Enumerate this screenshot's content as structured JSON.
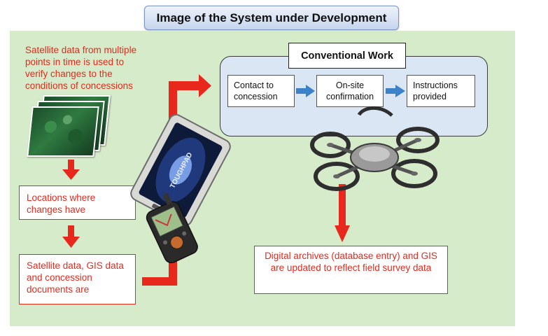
{
  "title": "Image of the System under Development",
  "intro": "Satellite data from multiple points in time is used to verify changes to the conditions of concessions",
  "boxes": {
    "locations": "Locations where changes have",
    "satellite_gis": "Satellite data, GIS data and concession documents are",
    "digital_archives": "Digital archives (database entry) and GIS are updated to reflect field survey data"
  },
  "conventional": {
    "title": "Conventional Work",
    "steps": [
      "Contact to concession",
      "On-site confirmation",
      "Instructions provided"
    ]
  },
  "tablet_brand": "TOUGHPAD",
  "colors": {
    "arrow_red": "#e8281c",
    "panel_green": "#d6ebc9",
    "conventional_bg": "#dae6f3",
    "step_arrow_blue": "#3b82c8"
  },
  "icons": [
    "satellite-image-stack",
    "rugged-tablet",
    "handheld-gps",
    "quadcopter-drone"
  ]
}
